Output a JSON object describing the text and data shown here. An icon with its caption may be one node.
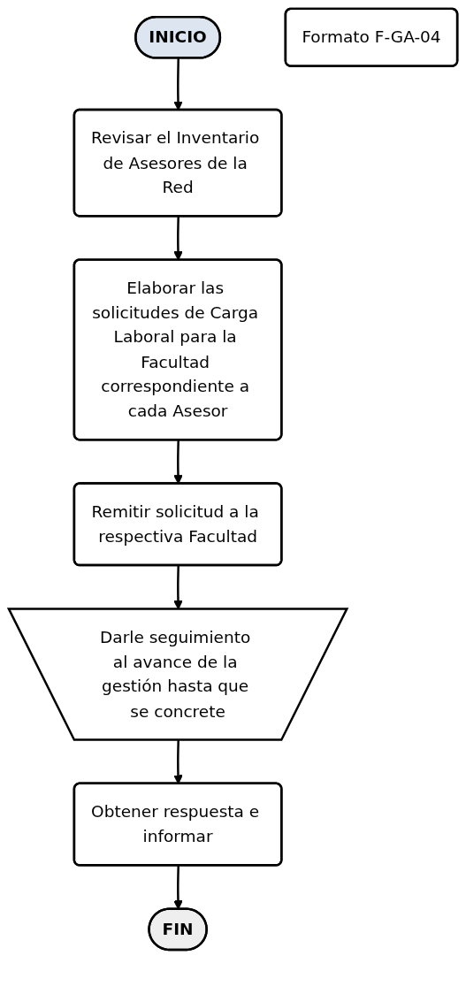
{
  "diagram": {
    "nodes": [
      {
        "text": [
          "INICIO"
        ]
      },
      {
        "text": [
          "Revisar el Inventario de Asesores de la Red"
        ]
      },
      {
        "text": [
          "Formato F-GA-04"
        ]
      },
      {
        "text": [
          "Elaborar las solicitudes de Carga Laboral para la Facultad correspondiente a cada Asesor"
        ]
      },
      {
        "text": [
          "Remitir solicitud a la respectiva Facultad"
        ]
      },
      {
        "text": [
          "Darle seguimiento al avance de la gestión hasta que se concrete"
        ]
      },
      {
        "text": [
          "Obtener respuesta e informar"
        ]
      },
      {
        "text": [
          "FIN"
        ]
      }
    ],
    "edges": [
      {
        "from": 0,
        "to": 1,
        "arrow": "to"
      },
      {
        "from": 1,
        "to": 3,
        "arrow": "to"
      },
      {
        "from": 3,
        "to": 4,
        "arrow": "to"
      },
      {
        "from": 4,
        "to": 5,
        "arrow": "to"
      },
      {
        "from": 5,
        "to": 6,
        "arrow": "to"
      },
      {
        "from": 6,
        "to": 7,
        "arrow": "to"
      }
    ]
  }
}
